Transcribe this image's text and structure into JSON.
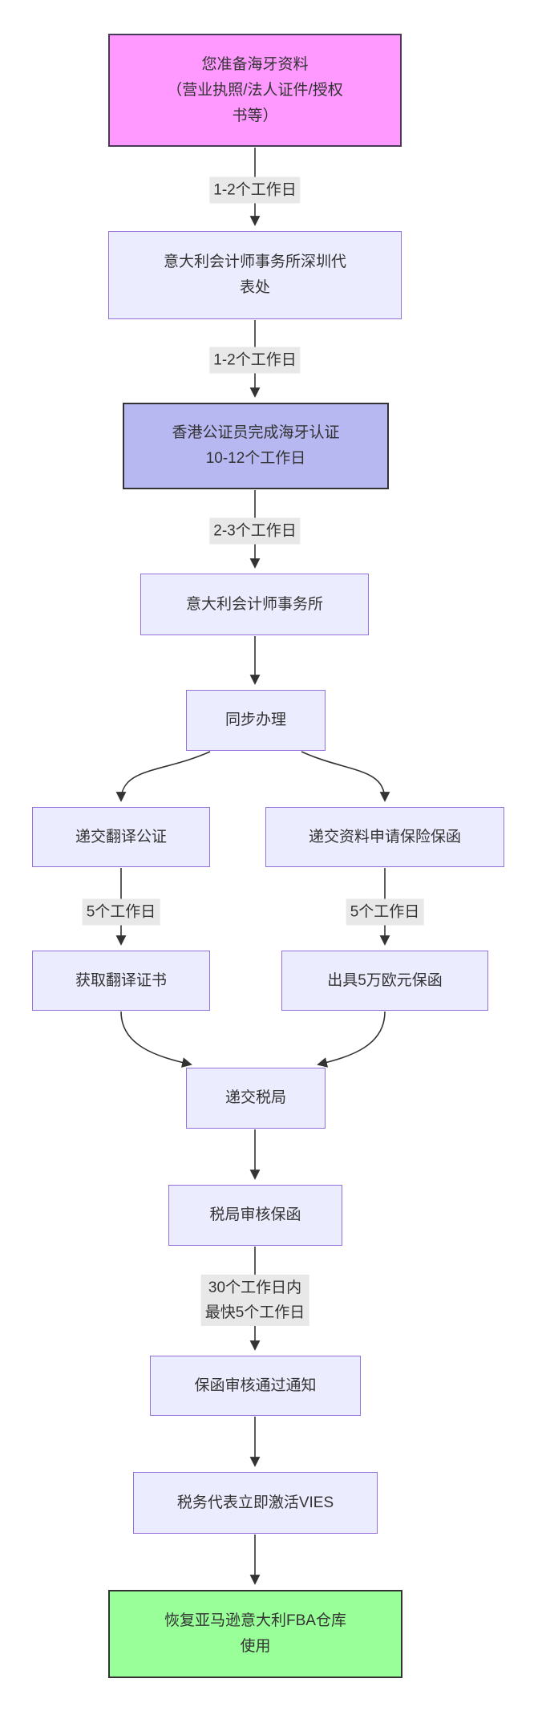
{
  "diagram": {
    "title_hint": "VAT guarantee / VIES activation flowchart (Italy FBA)",
    "colors": {
      "background": "#FFFFFF",
      "node_default_fill": "#ECECFF",
      "node_default_border": "#9370DB",
      "node_pink_fill": "#FF99FF",
      "node_purple_fill": "#B7B7F2",
      "node_green_fill": "#99FF99",
      "strong_border": "#333333",
      "edge_line": "#333333",
      "edge_label_bg": "#E8E8E8",
      "text": "#333333"
    }
  },
  "flow": {
    "nodes": [
      {
        "id": "prepare-hague-documents",
        "type": "pink",
        "lines": [
          "您准备海牙资料",
          "（营业执照/法人证件/授权",
          "书等）"
        ]
      },
      {
        "id": "italy-accounting-firm-shenzhen",
        "type": "default",
        "lines": [
          "意大利会计师事务所深圳代",
          "表处"
        ]
      },
      {
        "id": "hk-notary-apostille",
        "type": "purple",
        "lines": [
          "香港公证员完成海牙认证",
          "10-12个工作日"
        ]
      },
      {
        "id": "italy-accounting-firm",
        "type": "default",
        "lines": [
          "意大利会计师事务所"
        ]
      },
      {
        "id": "parallel-processing",
        "type": "default",
        "lines": [
          "同步办理"
        ]
      },
      {
        "id": "submit-translation-notarization",
        "type": "default",
        "lines": [
          "递交翻译公证"
        ]
      },
      {
        "id": "submit-insurance-guarantee-application",
        "type": "default",
        "lines": [
          "递交资料申请保险保函"
        ]
      },
      {
        "id": "obtain-translation-certificate",
        "type": "default",
        "lines": [
          "获取翻译证书"
        ]
      },
      {
        "id": "issue-50k-euro-guarantee",
        "type": "default",
        "lines": [
          "出具5万欧元保函"
        ]
      },
      {
        "id": "submit-tax-office",
        "type": "default",
        "lines": [
          "递交税局"
        ]
      },
      {
        "id": "tax-office-review-guarantee",
        "type": "default",
        "lines": [
          "税局审核保函"
        ]
      },
      {
        "id": "guarantee-approval-notice",
        "type": "default",
        "lines": [
          "保函审核通过通知"
        ]
      },
      {
        "id": "tax-rep-activate-vies",
        "type": "default",
        "lines": [
          "税务代表立即激活VIES"
        ]
      },
      {
        "id": "restore-amazon-italy-fba",
        "type": "green",
        "lines": [
          "恢复亚马逊意大利FBA仓库",
          "使用"
        ]
      }
    ],
    "edge_labels": [
      {
        "id": "label-1-2-days-a",
        "lines": [
          "1-2个工作日"
        ]
      },
      {
        "id": "label-1-2-days-b",
        "lines": [
          "1-2个工作日"
        ]
      },
      {
        "id": "label-2-3-days",
        "lines": [
          "2-3个工作日"
        ]
      },
      {
        "id": "label-5-days-left",
        "lines": [
          "5个工作日"
        ]
      },
      {
        "id": "label-5-days-right",
        "lines": [
          "5个工作日"
        ]
      },
      {
        "id": "label-30-days",
        "lines": [
          "30个工作日内",
          "最快5个工作日"
        ]
      }
    ]
  }
}
